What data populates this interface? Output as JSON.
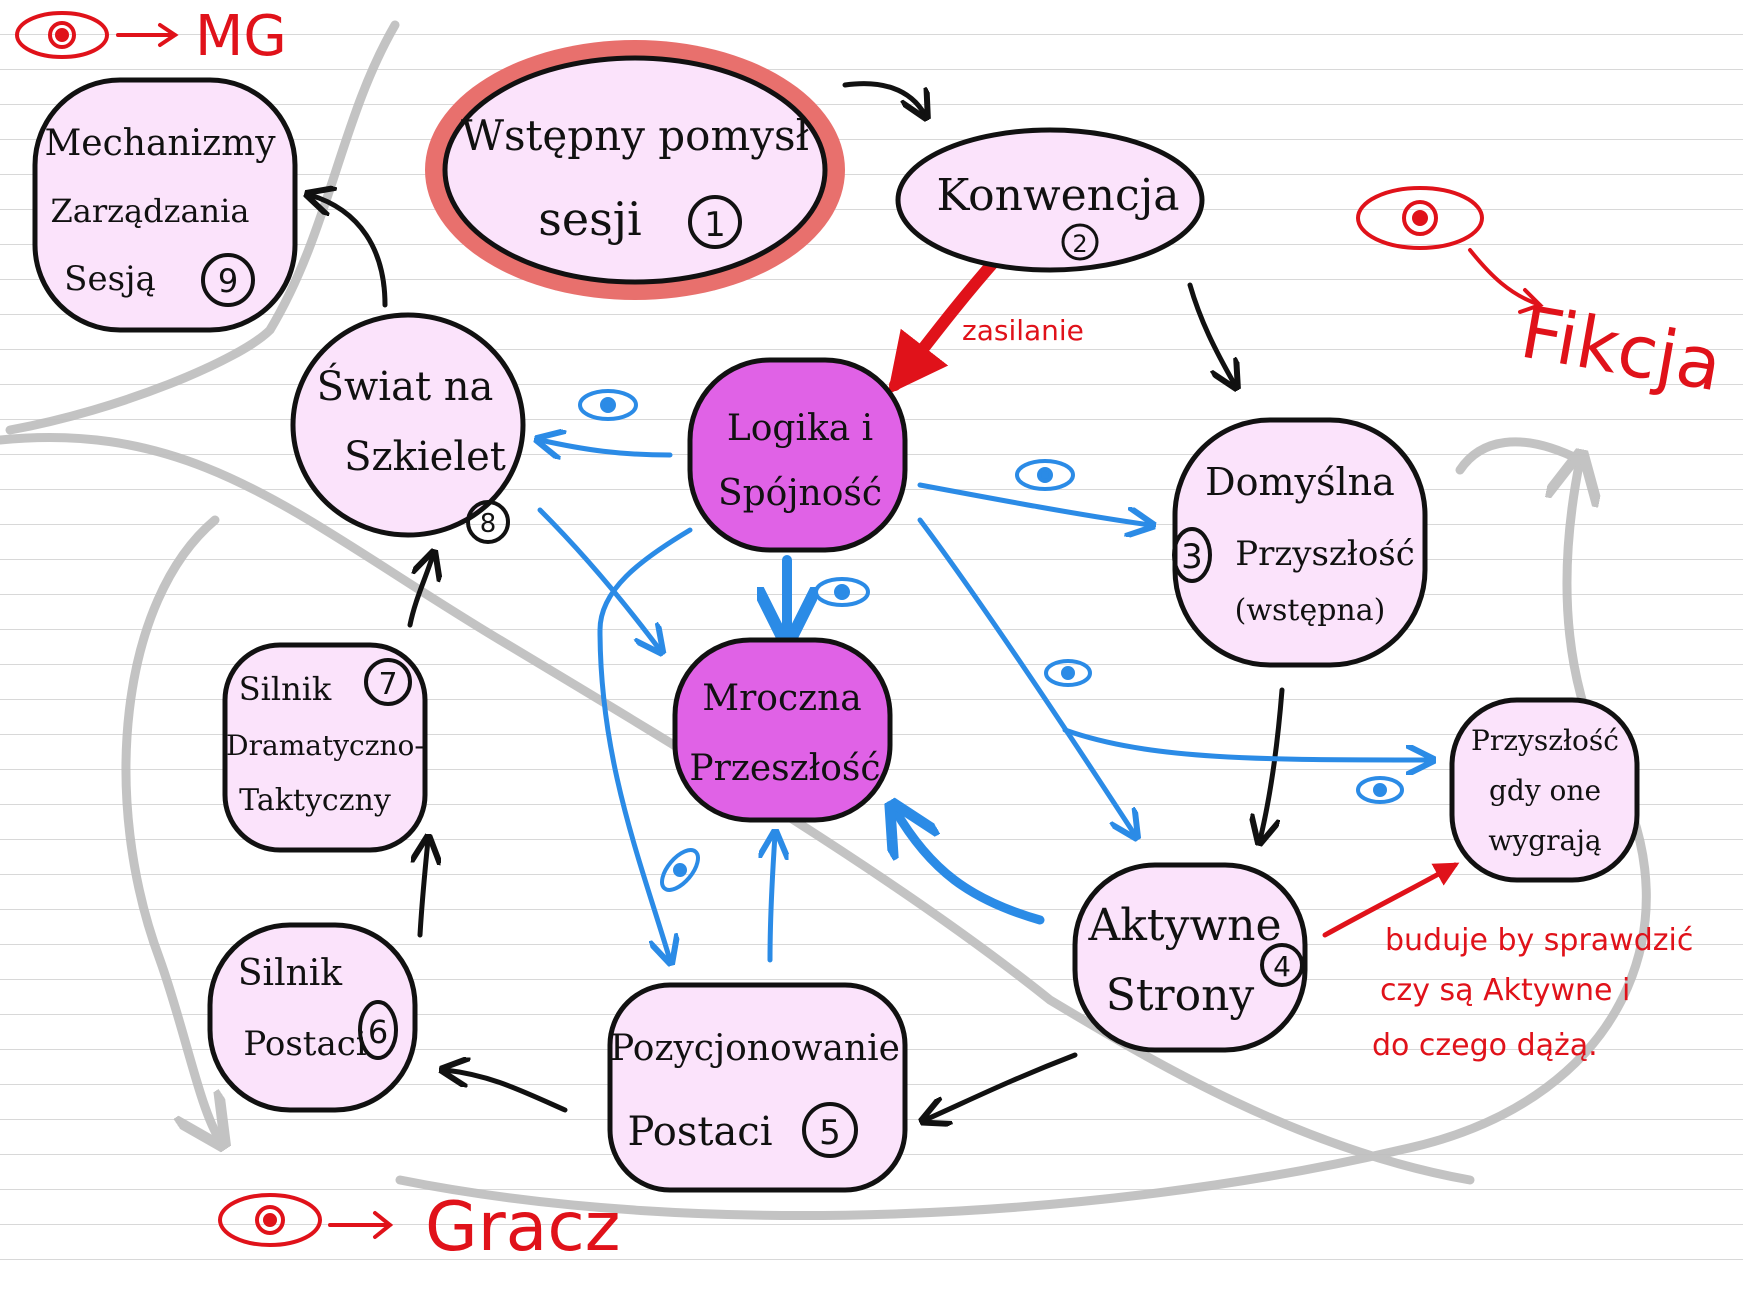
{
  "legend": {
    "mg": "MG",
    "fikcja": "Fikcja",
    "gracz": "Gracz"
  },
  "nodes": {
    "wstepny": {
      "line1": "Wstępny pomysł",
      "line2": "sesji",
      "num": "1"
    },
    "konwencja": {
      "label": "Konwencja",
      "num": "2"
    },
    "domyslna": {
      "line1": "Domyślna",
      "line2": "Przyszłość",
      "line3": "(wstępna)",
      "num": "3"
    },
    "aktywne": {
      "line1": "Aktywne",
      "line2": "Strony",
      "num": "4"
    },
    "pozycjonowanie": {
      "line1": "Pozycjonowanie",
      "line2": "Postaci",
      "num": "5"
    },
    "silnik_postaci": {
      "line1": "Silnik",
      "line2": "Postaci",
      "num": "6"
    },
    "silnik_dramatyczno": {
      "line1": "Silnik",
      "line2": "Dramatyczno-",
      "line3": "Taktyczny",
      "num": "7"
    },
    "swiat": {
      "line1": "Świat na",
      "line2": "Szkielet",
      "num": "8"
    },
    "mechanizmy": {
      "line1": "Mechanizmy",
      "line2": "Zarządzania",
      "line3": "Sesją",
      "num": "9"
    },
    "logika": {
      "line1": "Logika i",
      "line2": "Spójność"
    },
    "mroczna": {
      "line1": "Mroczna",
      "line2": "Przeszłość"
    },
    "przyszlosc_wygraja": {
      "line1": "Przyszłość",
      "line2": "gdy one",
      "line3": "wygrają"
    }
  },
  "annotations": {
    "zasilanie": "zasilanie",
    "buduje_1": "buduje by sprawdzić",
    "buduje_2": "czy są Aktywne i",
    "buduje_3": "do czego dążą."
  },
  "colors": {
    "ink": "#111111",
    "red": "#e0121a",
    "blue": "#2b8be6",
    "grey": "#bdbdbd",
    "node_fill": "#fbe3fb",
    "node_fill_strong": "#e062e6",
    "highlight": "#e8706d"
  },
  "icons": [
    "eye-icon"
  ]
}
